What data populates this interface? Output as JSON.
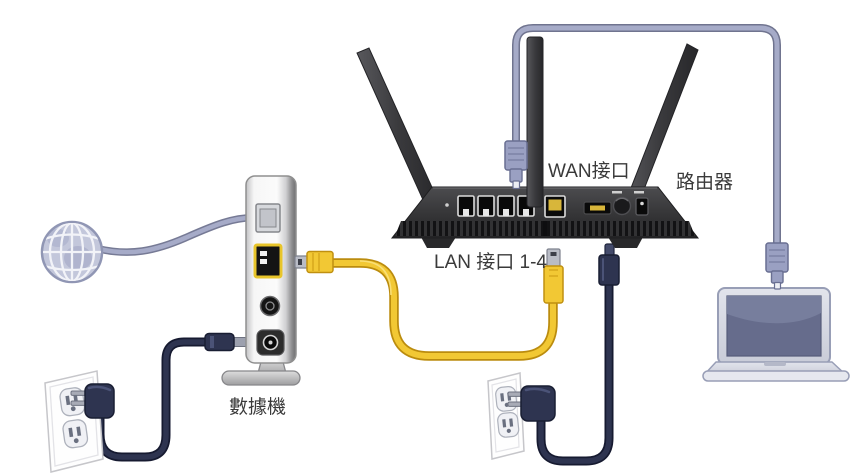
{
  "diagram": {
    "type": "network-hardware-setup-illustration",
    "labels": {
      "wan_port": "WAN接口",
      "router": "路由器",
      "lan_ports": "LAN 接口 1-4",
      "modem": "數據機"
    },
    "components": {
      "internet": "internet-globe",
      "modem": "cable-modem-with-stand",
      "router": "wireless-router-three-antennas",
      "laptop": "laptop-computer",
      "outlet_left": "power-outlet",
      "outlet_middle": "power-outlet",
      "cables": [
        "internet-cable",
        "lan-ethernet-cable",
        "wan-ethernet-cable",
        "modem-power-cable",
        "router-power-cable"
      ]
    },
    "colors": {
      "wan_cable": "#a6abc8",
      "lan_cable": "#f2c834",
      "power_cable": "#2e3450",
      "router_body": "#323234",
      "modem_body": "#f2f2f2",
      "wan_port_accent": "#d8b63a",
      "label_text": "#3a3a3a",
      "background": "#ffffff"
    }
  }
}
